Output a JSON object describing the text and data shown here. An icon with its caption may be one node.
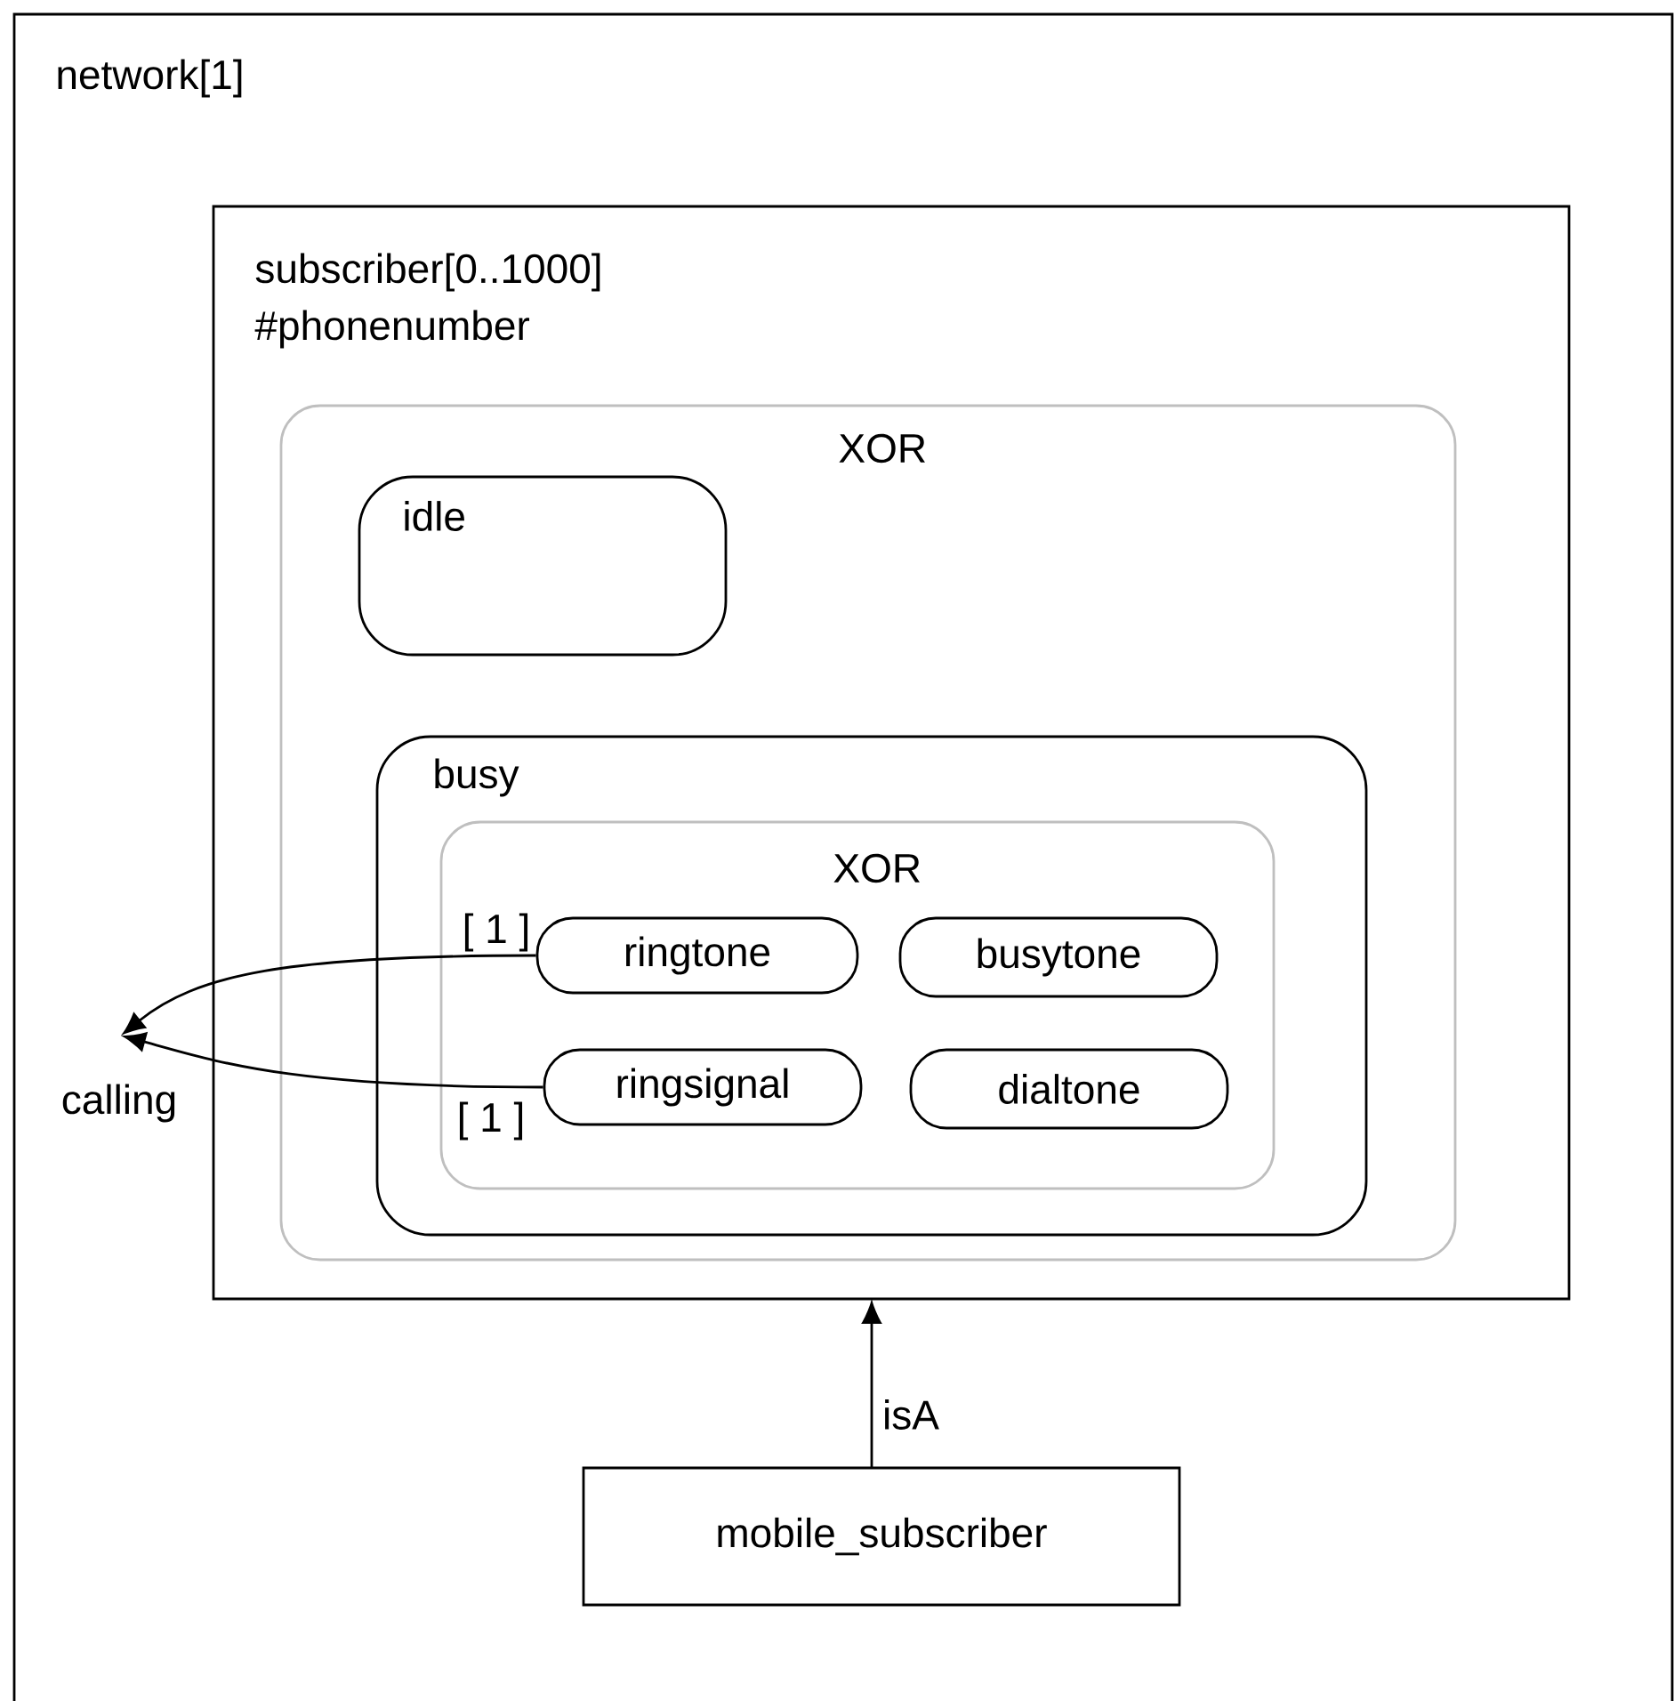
{
  "diagram": {
    "nodes": [
      {
        "text": [
          "network[1]"
        ]
      },
      {
        "text": [
          "subscriber[0..1000]",
          "#phonenumber"
        ],
        "in": 0
      },
      {
        "text": [
          "XOR"
        ],
        "in": 1
      },
      {
        "text": [
          "idle"
        ],
        "in": 2
      },
      {
        "text": [
          "busy"
        ],
        "in": 2
      },
      {
        "text": [
          "XOR"
        ],
        "in": 4
      },
      {
        "text": [
          "ringtone"
        ],
        "in": 5
      },
      {
        "text": [
          "busytone"
        ],
        "in": 5
      },
      {
        "text": [
          "ringsignal"
        ],
        "in": 5
      },
      {
        "text": [
          "dialtone"
        ],
        "in": 5
      },
      {
        "text": [
          "calling"
        ],
        "in": 0
      },
      {
        "text": [
          "mobile_subscriber"
        ],
        "in": 0
      }
    ],
    "edges": [
      {
        "from": 6,
        "to": 10,
        "arrow": "to",
        "label": "[ 1 ]"
      },
      {
        "from": 8,
        "to": 10,
        "arrow": "to",
        "label": "[ 1 ]"
      },
      {
        "from": 11,
        "to": 1,
        "arrow": "to",
        "label": "isA"
      }
    ]
  }
}
